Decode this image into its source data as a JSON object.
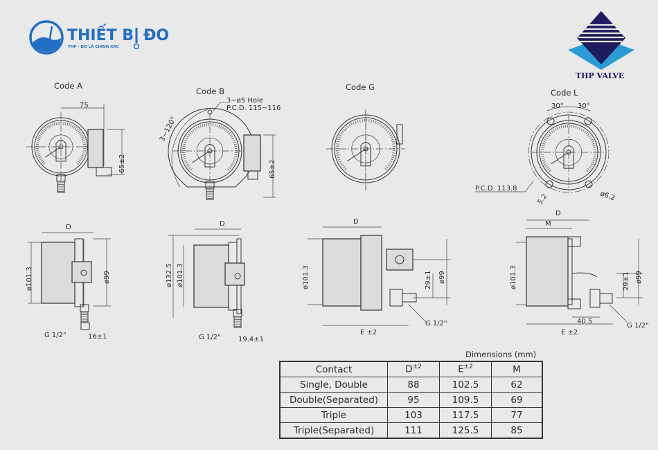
{
  "brand": {
    "title_a": "THIẾT B",
    "title_b": "ĐO",
    "tagline": "THP - ĐO LÀ CHÍNH XÁC",
    "color": "#1f6fc4"
  },
  "partner_logo": {
    "name": "THP VALVE",
    "navy": "#1e1b5e",
    "cyan": "#2b9bd3"
  },
  "views": {
    "code_a": {
      "title": "Code A",
      "width": "75",
      "height": "65±2",
      "dia_body": "ø101.3",
      "dia_face": "ø99",
      "depth": "D",
      "thread": "G 1/2\"",
      "nut": "16±1"
    },
    "code_b": {
      "title": "Code B",
      "hole": "3−ø5  Hole",
      "pcd": "P.C.D.  115~116",
      "angle": "3−120°",
      "height": "65±2",
      "depth": "D",
      "dia_flange": "ø132.5",
      "dia_body": "ø101.3",
      "thread": "G 1/2\"",
      "nut": "19.4±1"
    },
    "code_g": {
      "title": "Code G",
      "depth": "D",
      "dia_body": "ø101.3",
      "offset": "29±1",
      "dia_face": "ø99",
      "e_dim": "E ±2",
      "thread": "G 1/2\""
    },
    "code_l": {
      "title": "Code L",
      "angle_left": "30°",
      "angle_right": "30°",
      "pcd": "P.C.D.  113.8",
      "hole_small": "5.2",
      "hole": "ø6.2",
      "depth": "D",
      "m_dim": "M",
      "dia_body": "ø101.3",
      "offset": "29±1",
      "dia_face": "ø99",
      "length": "40.5",
      "e_dim": "E ±2",
      "thread": "G 1/2\""
    }
  },
  "table": {
    "caption": "Dimensions  (mm)",
    "headers": [
      "Contact",
      "D",
      "E",
      "M"
    ],
    "tolerance": "±2",
    "rows": [
      [
        "Single,  Double",
        "88",
        "102.5",
        "62"
      ],
      [
        "Double(Separated)",
        "95",
        "109.5",
        "69"
      ],
      [
        "Triple",
        "103",
        "117.5",
        "77"
      ],
      [
        "Triple(Separated)",
        "111",
        "125.5",
        "85"
      ]
    ]
  }
}
